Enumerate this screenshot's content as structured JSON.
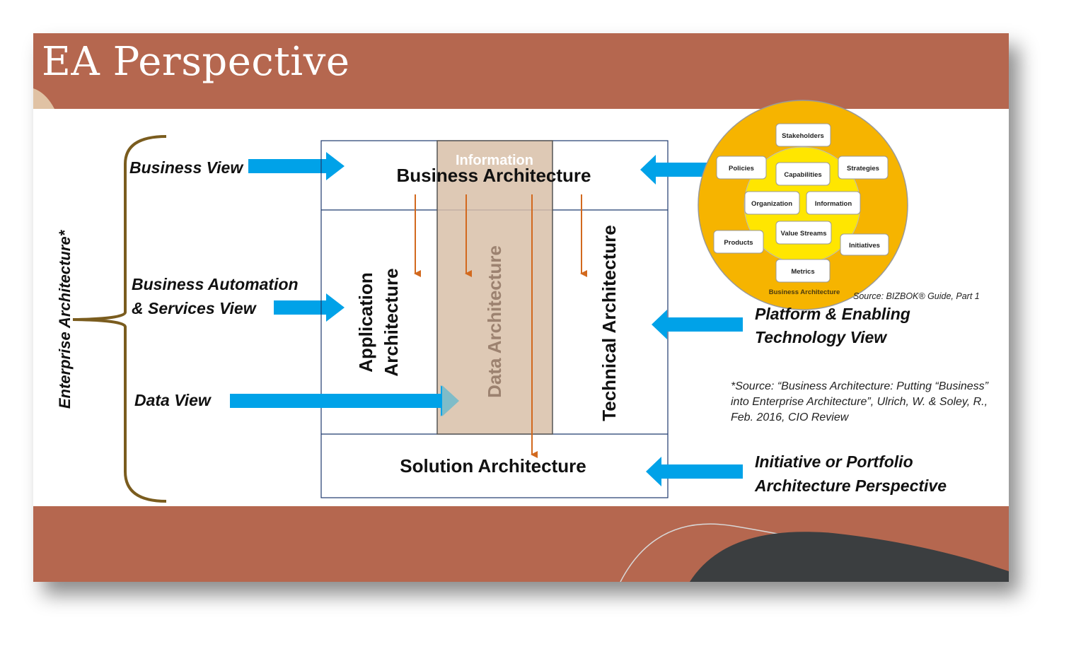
{
  "slide": {
    "title": "EA Perspective"
  },
  "side_label": "Enterprise Architecture*",
  "views": [
    {
      "lines": [
        "Business View"
      ]
    },
    {
      "lines": [
        "Business Automation",
        "& Services View"
      ]
    },
    {
      "lines": [
        "Data View"
      ]
    }
  ],
  "architectures": {
    "business": "Business Architecture",
    "information": "Information",
    "application": [
      "Application",
      "Architecture"
    ],
    "data": "Data Architecture",
    "technical": "Technical Architecture",
    "solution": "Solution Architecture"
  },
  "right_views": {
    "platform": [
      "Platform & Enabling",
      "Technology View"
    ],
    "initiative": [
      "Initiative or Portfolio",
      "Architecture Perspective"
    ]
  },
  "bizbok": {
    "items": {
      "stakeholders": "Stakeholders",
      "policies": "Policies",
      "capabilities": "Capabilities",
      "strategies": "Strategies",
      "organization": "Organization",
      "information": "Information",
      "value_streams": "Value Streams",
      "products": "Products",
      "initiatives": "Initiatives",
      "metrics": "Metrics"
    },
    "caption": "Business Architecture",
    "source": "Source: BIZBOK® Guide, Part 1"
  },
  "citation": [
    "*Source: “Business Architecture: Putting “Business”",
    "into Enterprise Architecture”, Ulrich, W. & Soley, R.,",
    "Feb. 2016, CIO Review"
  ],
  "colors": {
    "band": "#b5674f",
    "arrow_blue": "#00a2e8",
    "arrow_orange": "#d2691e",
    "bracket": "#7a5c1e",
    "circle_outer": "#f6b400",
    "circle_inner": "#ffe600",
    "data_column": "#d8bfa8",
    "dark_shape": "#3b3e40"
  }
}
